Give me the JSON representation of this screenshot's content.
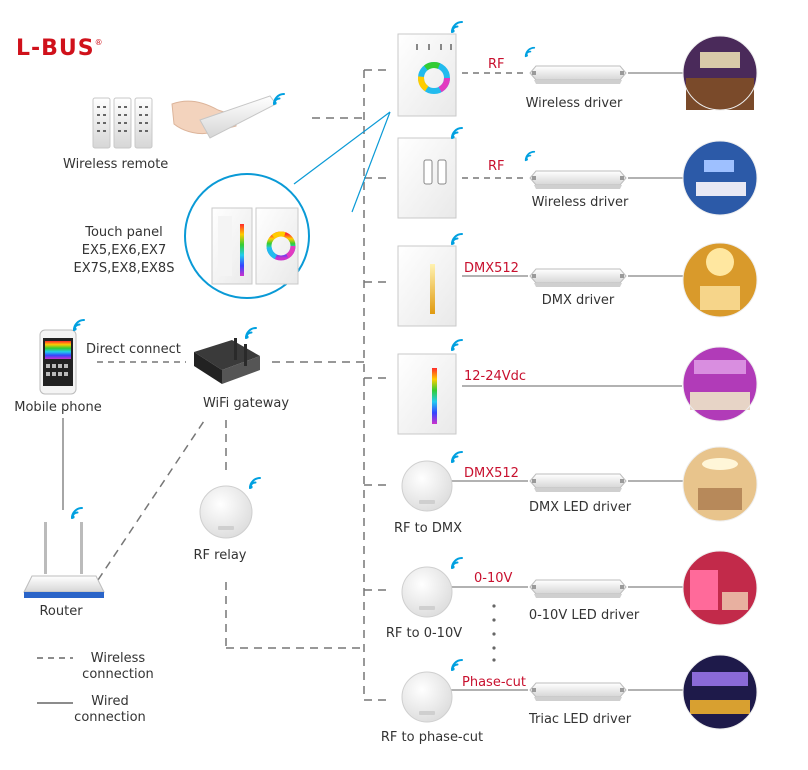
{
  "brand": {
    "name": "L-BUS",
    "mark": "®",
    "color": "#d0111b"
  },
  "accent_red": "#c8102e",
  "labels": {
    "wireless_remote": "Wireless remote",
    "touch_panel": [
      "Touch panel",
      "EX5,EX6,EX7",
      "EX7S,EX8,EX8S"
    ],
    "direct_connect": "Direct connect",
    "mobile_phone": "Mobile phone",
    "wifi_gateway": "WiFi gateway",
    "rf_relay": "RF relay",
    "router": "Router"
  },
  "rows": [
    {
      "link": "RF",
      "driver": "Wireless driver",
      "device": "touch-panel-rgb"
    },
    {
      "link": "RF",
      "driver": "Wireless driver",
      "device": "touch-panel-dimmer"
    },
    {
      "link": "DMX512",
      "driver": "DMX driver",
      "device": "touch-panel-single-color"
    },
    {
      "link": "12-24Vdc",
      "driver": "",
      "device": "touch-panel-color"
    },
    {
      "link": "DMX512",
      "driver": "DMX LED driver",
      "device": "RF to DMX"
    },
    {
      "link": "0-10V",
      "driver": "0-10V LED driver",
      "device": "RF to 0-10V"
    },
    {
      "link": "Phase-cut",
      "driver": "Triac LED driver",
      "device": "RF to phase-cut"
    }
  ],
  "legend": {
    "wireless": [
      "Wireless",
      "connection"
    ],
    "wired": [
      "Wired",
      "connection"
    ]
  }
}
